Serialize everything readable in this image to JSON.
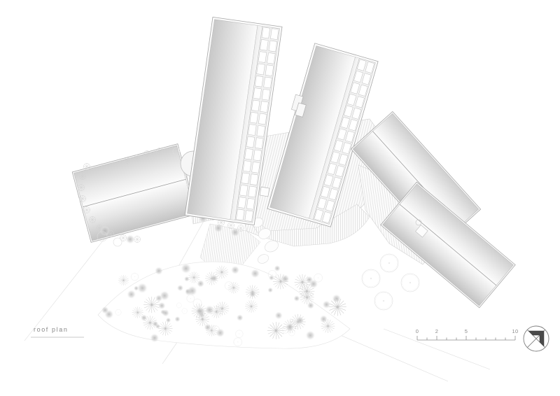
{
  "drawing": {
    "title": "roof plan",
    "type": "architectural-roof-plan",
    "background_color": "#ffffff",
    "line_color": "#9a9a9a",
    "roof_light": "#fcfcfc",
    "roof_mid": "#e2e2e2",
    "roof_dark": "#c9c9c9",
    "hatch_color": "#d8d8d8",
    "vegetation_color": "#cfcfcf"
  },
  "label": {
    "text": "roof plan",
    "underline": true
  },
  "scale_bar": {
    "ticks": [
      "0",
      "2",
      "5",
      "10"
    ],
    "tick_positions": [
      0,
      20,
      50,
      100
    ],
    "minor_divisions": 10,
    "unit_hint": "m"
  },
  "north_arrow": {
    "name": "north-arrow",
    "style": "circle-with-cross-and-corner-wedge"
  },
  "buildings": [
    {
      "id": "building-1",
      "name": "west-volume",
      "description": "gabled rectangular volume, rotated, surrounded by planting",
      "rotation_deg": -15,
      "has_skylights": false,
      "ridge": true
    },
    {
      "id": "building-2",
      "name": "north-west-bar",
      "description": "long bar with double row of roof lights along east edge",
      "rotation_deg": 8,
      "has_skylights": true,
      "skylight_columns": 2,
      "skylight_rows": 16
    },
    {
      "id": "building-3",
      "name": "north-east-bar",
      "description": "long bar with double row of roof lights along east edge",
      "rotation_deg": 16,
      "has_skylights": true,
      "skylight_columns": 2,
      "skylight_rows": 14
    },
    {
      "id": "building-4",
      "name": "east-upper-volume",
      "description": "gabled volume angled south-east",
      "rotation_deg": 48,
      "has_skylights": false,
      "ridge": true
    },
    {
      "id": "building-5",
      "name": "east-lower-volume",
      "description": "gabled volume angled south-east, lower",
      "rotation_deg": 38,
      "has_skylights": false,
      "ridge": true
    }
  ],
  "site_elements": [
    {
      "name": "central-courtyard-decking",
      "fill": "fine-line-hatch"
    },
    {
      "name": "east-courtyard-decking",
      "fill": "fine-line-hatch"
    },
    {
      "name": "stepping-stones-path",
      "count": 4
    },
    {
      "name": "meadow-planting-bed",
      "description": "large curved planting field with trees and shrubs"
    },
    {
      "name": "tree-cluster-east",
      "count": 4
    },
    {
      "name": "site-boundary-line"
    }
  ]
}
